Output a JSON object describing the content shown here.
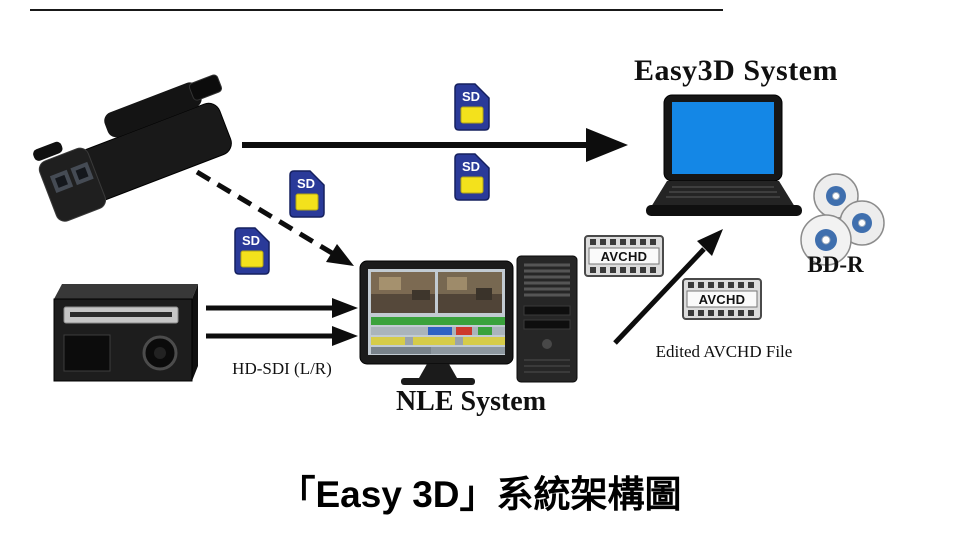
{
  "diagram": {
    "caption": "「Easy 3D」系統架構圖"
  },
  "labels": {
    "easy3d_system": "Easy3D System",
    "nle_system": "NLE System",
    "bd_r": "BD-R",
    "hd_sdi": "HD-SDI (L/R)",
    "edited_avchd_file": "Edited AVCHD File",
    "sd_card": "SD",
    "avchd_file": "AVCHD"
  },
  "colors": {
    "sd_card_body": "#2a3a99",
    "sd_card_sticker": "#f3e11c",
    "laptop_screen": "#1487e6",
    "disc_hub": "#3f6fae",
    "arrow": "#0d0d0d"
  }
}
